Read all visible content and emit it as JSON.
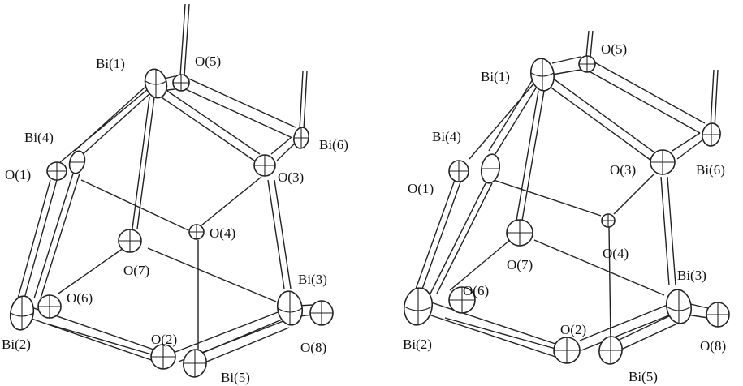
{
  "figure": {
    "panels": [
      {
        "id": "left",
        "labels": {
          "Bi1": "Bi(1)",
          "Bi2": "Bi(2)",
          "Bi3": "Bi(3)",
          "Bi4": "Bi(4)",
          "Bi5": "Bi(5)",
          "Bi6": "Bi(6)",
          "O1": "O(1)",
          "O2": "O(2)",
          "O3": "O(3)",
          "O4": "O(4)",
          "O5": "O(5)",
          "O6": "O(6)",
          "O7": "O(7)",
          "O8": "O(8)"
        }
      },
      {
        "id": "right",
        "labels": {
          "Bi1": "Bi(1)",
          "Bi2": "Bi(2)",
          "Bi3": "Bi(3)",
          "Bi4": "Bi(4)",
          "Bi5": "Bi(5)",
          "Bi6": "Bi(6)",
          "O1": "O(1)",
          "O2": "O(2)",
          "O3": "O(3)",
          "O4": "O(4)",
          "O5": "O(5)",
          "O6": "O(6)",
          "O7": "O(7)",
          "O8": "O(8)"
        }
      }
    ]
  }
}
